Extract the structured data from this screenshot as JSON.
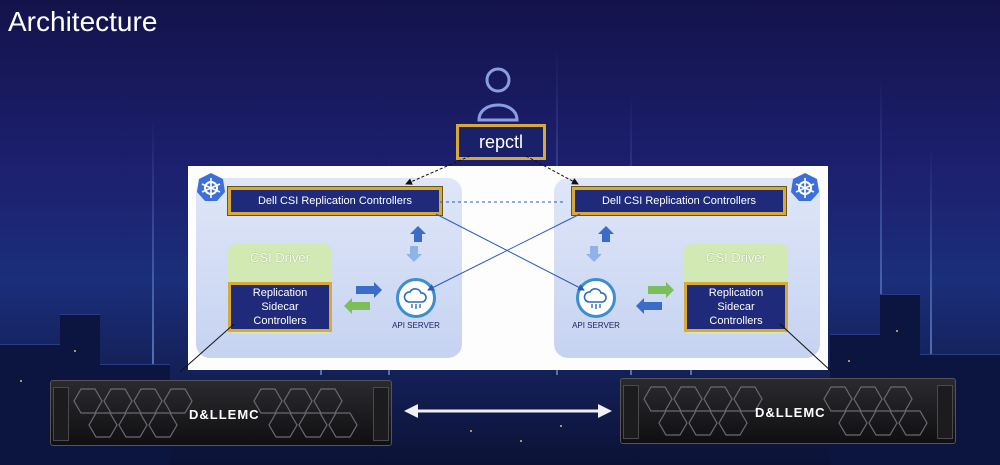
{
  "title": "Architecture",
  "repctl_label": "repctl",
  "left_cluster": {
    "controllers_label": "Dell CSI Replication Controllers",
    "csi_driver_label": "CSI Driver",
    "sidecar_lines": [
      "Replication",
      "Sidecar",
      "Controllers"
    ],
    "api_label": "API SERVER"
  },
  "right_cluster": {
    "controllers_label": "Dell CSI Replication Controllers",
    "csi_driver_label": "CSI Driver",
    "sidecar_lines": [
      "Replication",
      "Sidecar",
      "Controllers"
    ],
    "api_label": "API SERVER"
  },
  "storage": {
    "left_logo": "D&LLEMC",
    "right_logo": "D&LLEMC"
  },
  "colors": {
    "controller_fill": "#1f2a7a",
    "highlight_border": "#d6a93a",
    "csi_driver_fill": "#d2e9b4",
    "arrow_blue": "#3a6cc8",
    "arrow_green": "#7cbf5a"
  },
  "icons": [
    "user-icon",
    "kubernetes-icon",
    "api-server-cloud-icon",
    "sync-arrows-icon"
  ]
}
